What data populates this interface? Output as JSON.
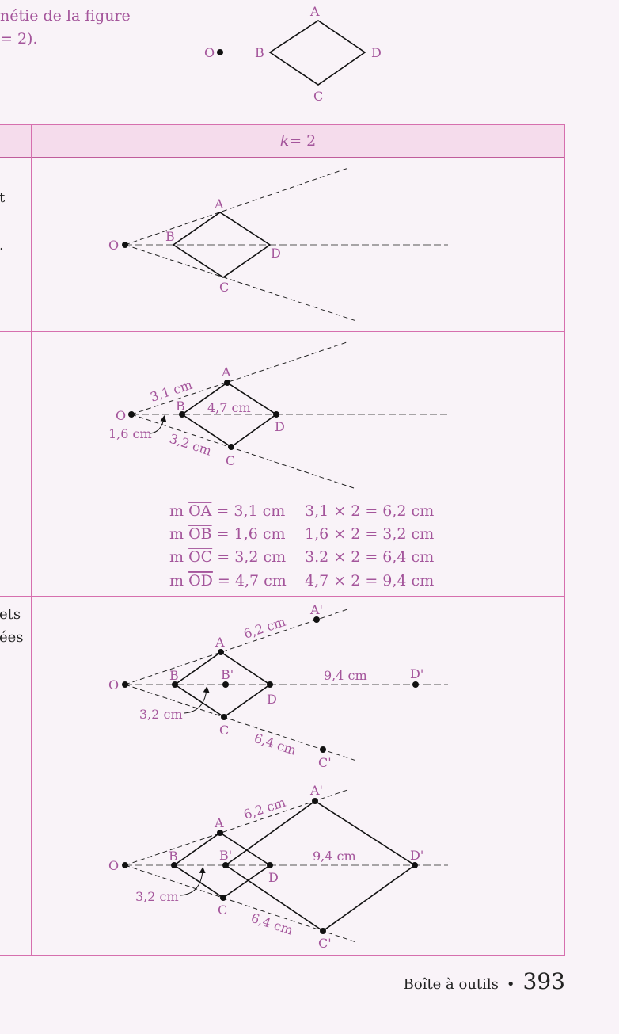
{
  "intro": {
    "line1": "nétie de la figure",
    "line2": "= 2)."
  },
  "figure_points": {
    "A": "A",
    "B": "B",
    "C": "C",
    "D": "D",
    "O": "O",
    "A_img": "A'",
    "B_img": "B'",
    "C_img": "C'",
    "D_img": "D'"
  },
  "table": {
    "header_var": "k",
    "header_eq": " = 2",
    "row1_cut": [
      "t",
      "."
    ],
    "row3_cut": [
      "ets",
      "ées"
    ]
  },
  "measures": {
    "oa": "3,1 cm",
    "ob": "1,6 cm",
    "oc": "3,2 cm",
    "bd": "4,7 cm",
    "oa2": "6,2 cm",
    "oc2": "6,4 cm",
    "od2": "9,4 cm",
    "ob2": "3,2 cm"
  },
  "calc": {
    "m": "m",
    "rows": [
      {
        "seg": "OA",
        "value": " = 3,1 cm",
        "product": "3,1 × 2 = 6,2 cm"
      },
      {
        "seg": "OB",
        "value": " = 1,6 cm",
        "product": "1,6 × 2 = 3,2 cm"
      },
      {
        "seg": "OC",
        "value": " = 3,2 cm",
        "product": "3.2 × 2 = 6,4 cm"
      },
      {
        "seg": "OD",
        "value": " = 4,7 cm",
        "product": "4,7 × 2 = 9,4 cm"
      }
    ]
  },
  "footer": {
    "label": "Boîte à outils",
    "bullet": "•",
    "page_number": "393"
  }
}
